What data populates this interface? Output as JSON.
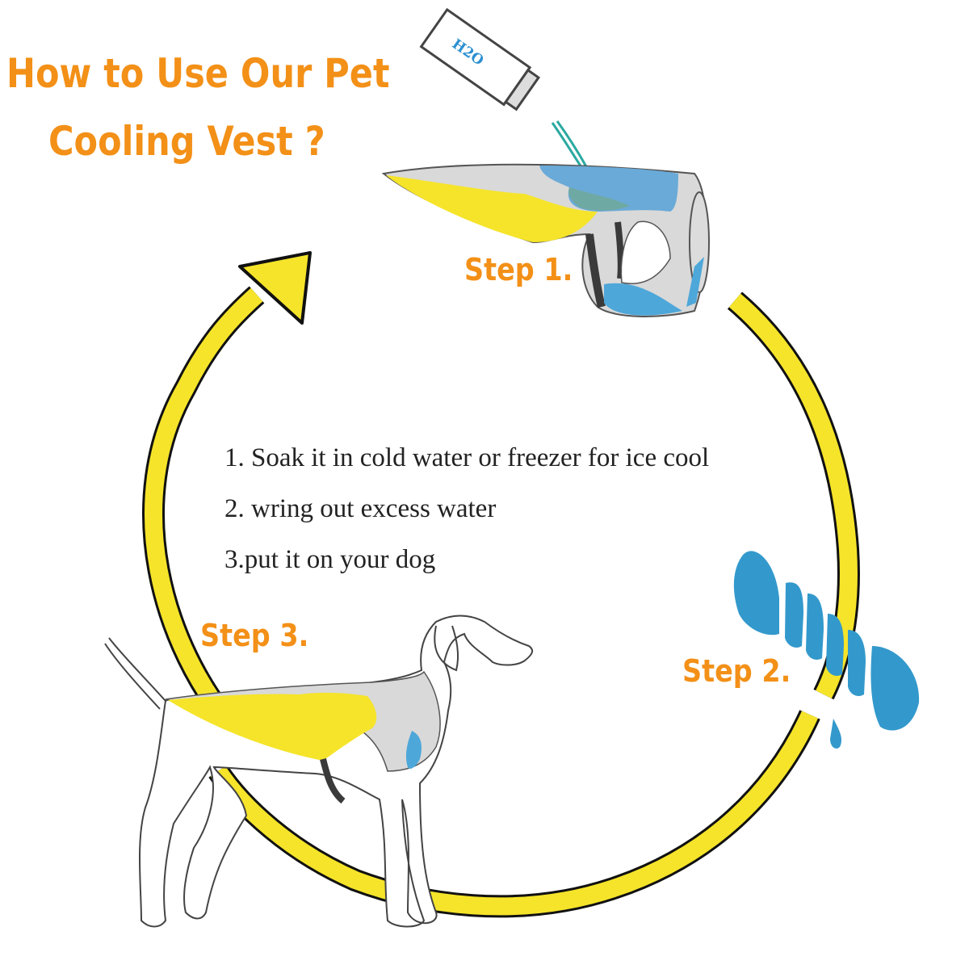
{
  "title": {
    "line1": "How to Use Our Pet",
    "line2": "Cooling Vest ?"
  },
  "steps": [
    {
      "label": "Step 1.",
      "illustration": "bottle-pouring-water-on-vest"
    },
    {
      "label": "Step 2.",
      "illustration": "wringing-vest"
    },
    {
      "label": "Step 3.",
      "illustration": "dog-wearing-vest"
    }
  ],
  "instructions": [
    "1. Soak it in cold water or freezer for ice cool",
    "2. wring out excess water",
    "3.put it on your dog"
  ],
  "bottle": {
    "label": "H2O"
  },
  "colors": {
    "title_orange": "#f39017",
    "arrow_yellow": "#f5e42a",
    "outline_black": "#111111",
    "vest_grey": "#d9d9d9",
    "water_blue": "#3399cc",
    "strap_dark": "#3a3a3a",
    "text_dark": "#222222"
  }
}
